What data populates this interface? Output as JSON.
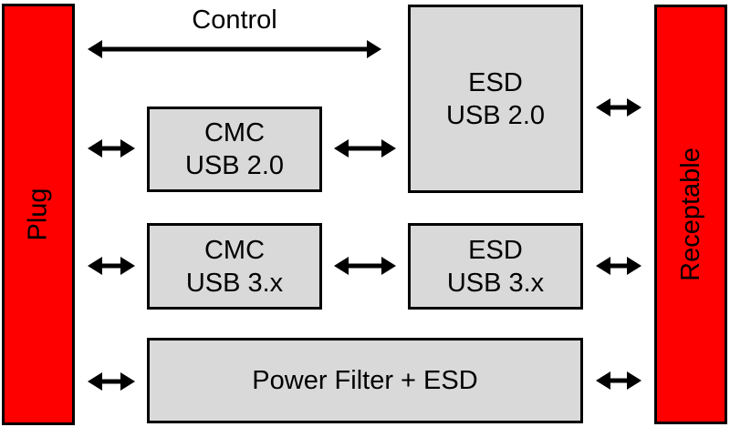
{
  "diagram": {
    "title_hint": "USB plug-to-receptacle filtering block diagram",
    "control_label": "Control",
    "plug": {
      "label": "Plug"
    },
    "receptacle": {
      "label": "Receptable"
    },
    "blocks": [
      {
        "id": "esd-usb2",
        "line1": "ESD",
        "line2": "USB 2.0"
      },
      {
        "id": "cmc-usb2",
        "line1": "CMC",
        "line2": "USB 2.0"
      },
      {
        "id": "cmc-usb3",
        "line1": "CMC",
        "line2": "USB 3.x"
      },
      {
        "id": "esd-usb3",
        "line1": "ESD",
        "line2": "USB 3.x"
      },
      {
        "id": "power-filter-esd",
        "line1": "Power Filter + ESD"
      }
    ],
    "arrows": [
      {
        "id": "control-arrow",
        "from": "plug",
        "to": "esd-usb2",
        "label": "Control",
        "bidirectional": true
      },
      {
        "id": "plug-cmc-usb2",
        "from": "plug",
        "to": "cmc-usb2",
        "bidirectional": true
      },
      {
        "id": "cmc-usb2-esd-usb2",
        "from": "cmc-usb2",
        "to": "esd-usb2",
        "bidirectional": true
      },
      {
        "id": "esd-usb2-receptacle",
        "from": "esd-usb2",
        "to": "receptacle",
        "bidirectional": true
      },
      {
        "id": "plug-cmc-usb3",
        "from": "plug",
        "to": "cmc-usb3",
        "bidirectional": true
      },
      {
        "id": "cmc-usb3-esd-usb3",
        "from": "cmc-usb3",
        "to": "esd-usb3",
        "bidirectional": true
      },
      {
        "id": "esd-usb3-receptacle",
        "from": "esd-usb3",
        "to": "receptacle",
        "bidirectional": true
      },
      {
        "id": "plug-power-filter",
        "from": "plug",
        "to": "power-filter-esd",
        "bidirectional": true
      },
      {
        "id": "power-filter-receptacle",
        "from": "power-filter-esd",
        "to": "receptacle",
        "bidirectional": true
      }
    ],
    "colors": {
      "connector_fill": "#ff0000",
      "block_fill": "#d9d9d9",
      "border": "#000000",
      "arrow": "#000000",
      "background": "#ffffff"
    }
  }
}
